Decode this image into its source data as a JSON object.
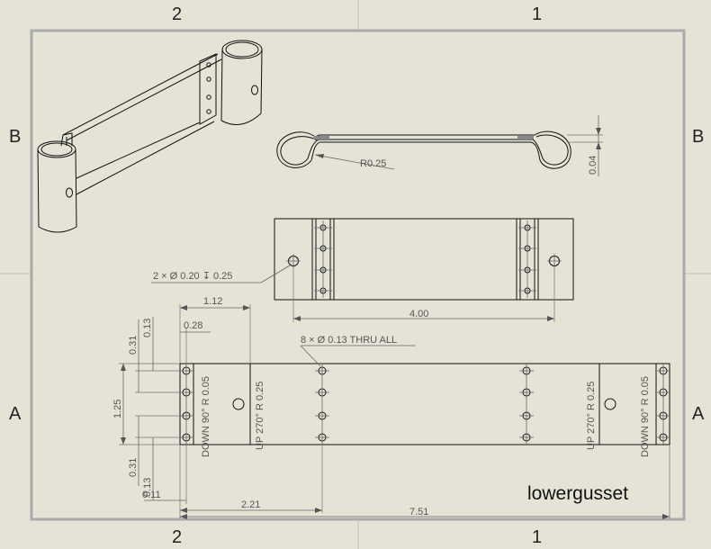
{
  "zones": {
    "top_left": "2",
    "top_right": "1",
    "bottom_left": "2",
    "bottom_right": "1",
    "left_upper": "B",
    "left_lower": "A",
    "right_upper": "B",
    "right_lower": "A"
  },
  "part_name": "lowergusset",
  "section_view": {
    "radius_label": "R0.25",
    "thickness_label": "0.04"
  },
  "top_view": {
    "hole_callout": "2 × Ø 0.20 ↧ 0.25",
    "hole_spacing": "4.00"
  },
  "flat_pattern": {
    "hole_callout": "8 × Ø 0.13 THRU ALL",
    "dims": {
      "d112": "1.12",
      "d028": "0.28",
      "d031_top": "0.31",
      "d013_top": "0.13",
      "d125": "1.25",
      "d031_bot": "0.31",
      "d013_bot": "0.13",
      "d011": "0.11",
      "d221": "2.21",
      "d751": "7.51"
    },
    "bend_notes": {
      "left_outer": "DOWN  90°  R 0.05",
      "left_inner": "UP  270°  R 0.25",
      "right_inner": "UP  270°  R 0.25",
      "right_outer": "DOWN  90°  R 0.05"
    }
  }
}
